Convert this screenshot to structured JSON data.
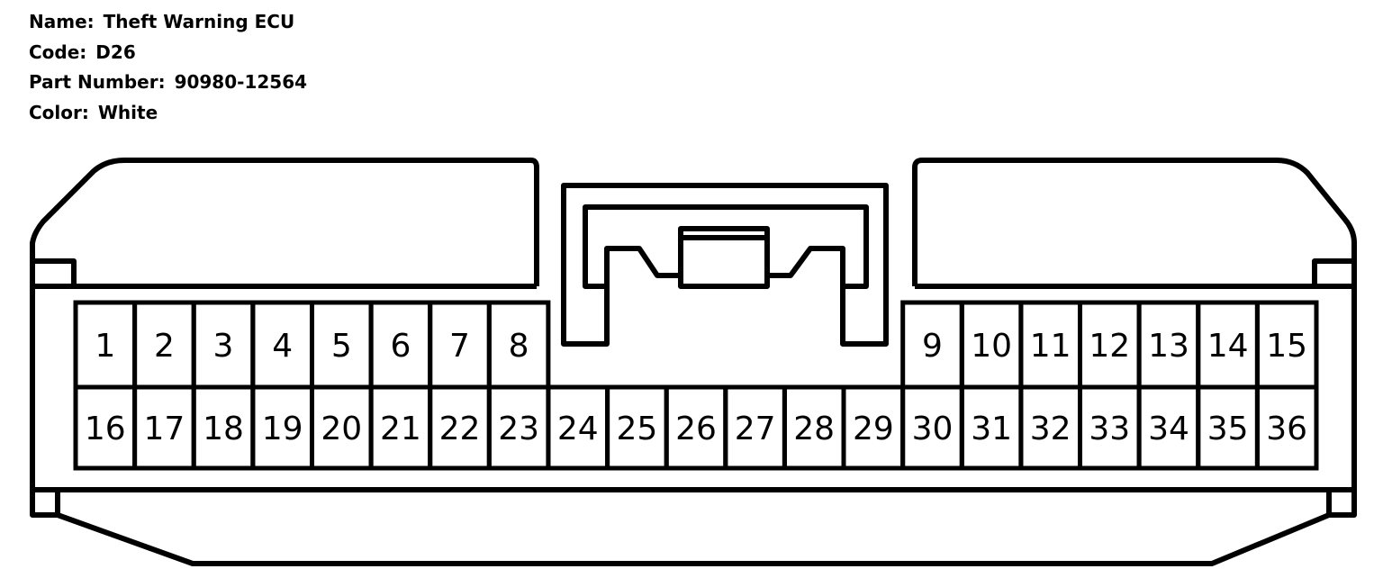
{
  "info": {
    "name_label": "Name:",
    "name_value": "Theft Warning ECU",
    "code_label": "Code:",
    "code_value": "D26",
    "part_label": "Part Number:",
    "part_value": "90980-12564",
    "color_label": "Color:",
    "color_value": "White"
  },
  "connector": {
    "top_row": [
      "1",
      "2",
      "3",
      "4",
      "5",
      "6",
      "7",
      "8",
      "9",
      "10",
      "11",
      "12",
      "13",
      "14",
      "15"
    ],
    "bottom_row": [
      "16",
      "17",
      "18",
      "19",
      "20",
      "21",
      "22",
      "23",
      "24",
      "25",
      "26",
      "27",
      "28",
      "29",
      "30",
      "31",
      "32",
      "33",
      "34",
      "35",
      "36"
    ]
  }
}
